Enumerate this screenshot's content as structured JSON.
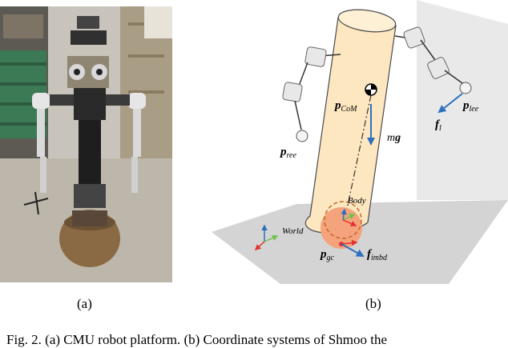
{
  "figure": {
    "panel_a_label": "(a)",
    "panel_b_label": "(b)",
    "caption_fragment": "Fig. 2.   (a) CMU robot platform. (b) Coordinate systems of Shmoo the"
  },
  "diagram": {
    "labels": {
      "p_com": "p",
      "p_com_sub": "CoM",
      "mg_m": "m",
      "mg_g": "g",
      "p_lee": "p",
      "p_lee_sub": "lee",
      "f_l": "f",
      "f_l_sub": "l",
      "p_ree": "p",
      "p_ree_sub": "ree",
      "body": "Body",
      "world": "World",
      "p_gc": "p",
      "p_gc_sub": "gc",
      "f_imbd": "f",
      "f_imbd_sub": "imbd"
    },
    "colors": {
      "cylinder_fill": "#fde7c0",
      "cylinder_stroke": "#4a4a4a",
      "floor": "#d4d4d4",
      "wall": "#e9e9e9",
      "ball": "#f4a37c",
      "ball_dash": "#c0682f",
      "arrow_blue": "#2e6fbf",
      "axis_red": "#e53030",
      "axis_green": "#6cc24a",
      "axis_blue": "#2e6fbf"
    }
  }
}
